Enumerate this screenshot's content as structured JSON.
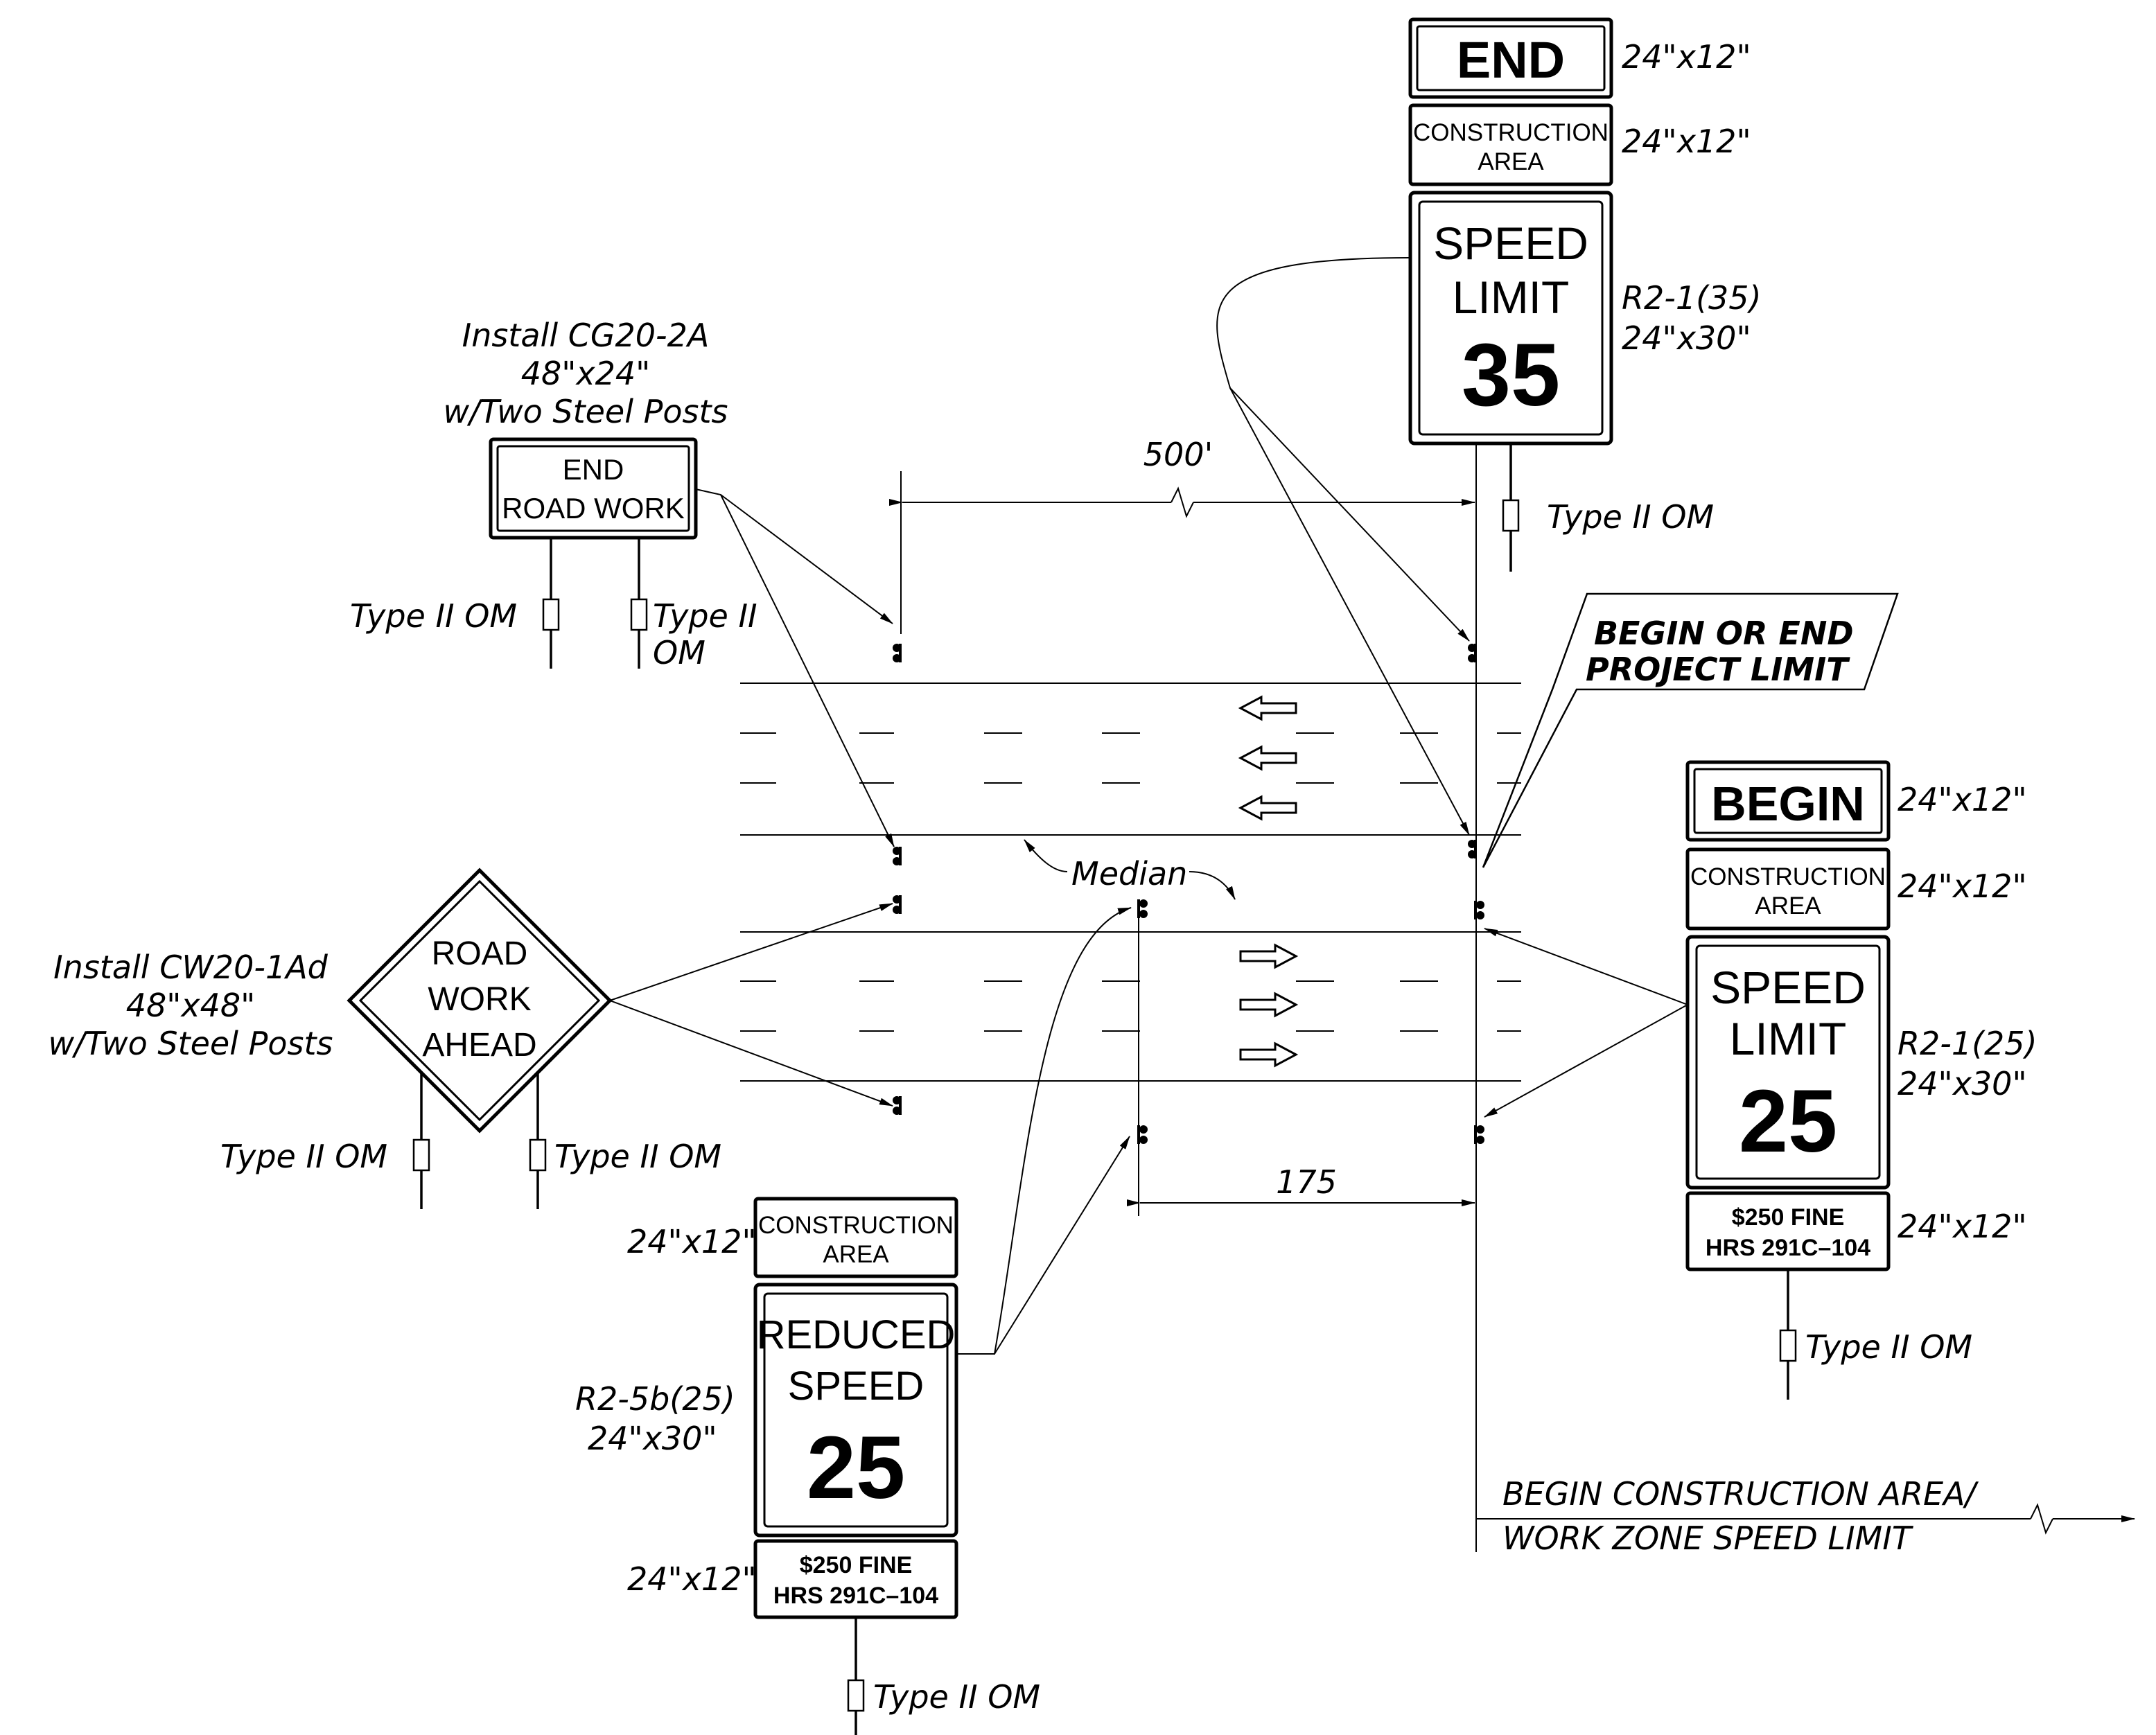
{
  "end_road_work": {
    "install": "Install CG20-2A",
    "size": "48\"x24\"",
    "posts": "w/Two Steel Posts",
    "line1": "END",
    "line2": "ROAD  WORK",
    "om_left": "Type II OM",
    "om_right_1": "Type II",
    "om_right_2": "OM"
  },
  "end_stack": {
    "end": "END",
    "end_size": "24\"x12\"",
    "construction_1": "CONSTRUCTION",
    "construction_2": "AREA",
    "construction_size": "24\"x12\"",
    "speed": "SPEED",
    "limit": "LIMIT",
    "value": "35",
    "code": "R2-1(35)",
    "code_size": "24\"x30\"",
    "om": "Type II OM"
  },
  "dim_500": "500'",
  "dim_175": "175",
  "project_limit": {
    "line1": "BEGIN OR END",
    "line2": "PROJECT LIMIT"
  },
  "median": "Median",
  "road_work_ahead": {
    "install": "Install CW20-1Ad",
    "size": "48\"x48\"",
    "posts": "w/Two Steel Posts",
    "line1": "ROAD",
    "line2": "WORK",
    "line3": "AHEAD",
    "om_left": "Type II OM",
    "om_right": "Type II OM"
  },
  "begin_stack": {
    "begin": "BEGIN",
    "begin_size": "24\"x12\"",
    "construction_1": "CONSTRUCTION",
    "construction_2": "AREA",
    "construction_size": "24\"x12\"",
    "speed": "SPEED",
    "limit": "LIMIT",
    "value": "25",
    "code": "R2-1(25)",
    "code_size": "24\"x30\"",
    "fine_1": "$250  FINE",
    "fine_2": "HRS  291C–104",
    "fine_size": "24\"x12\"",
    "om": "Type II OM"
  },
  "reduced_stack": {
    "construction_size": "24\"x12\"",
    "construction_1": "CONSTRUCTION",
    "construction_2": "AREA",
    "reduced": "REDUCED",
    "speed": "SPEED",
    "value": "25",
    "code": "R2-5b(25)",
    "code_size": "24\"x30\"",
    "fine_size": "24\"x12\"",
    "fine_1": "$250  FINE",
    "fine_2": "HRS  291C–104",
    "om": "Type II OM"
  },
  "begin_construction": {
    "line1": "BEGIN  CONSTRUCTION  AREA/",
    "line2": "WORK  ZONE  SPEED  LIMIT"
  }
}
